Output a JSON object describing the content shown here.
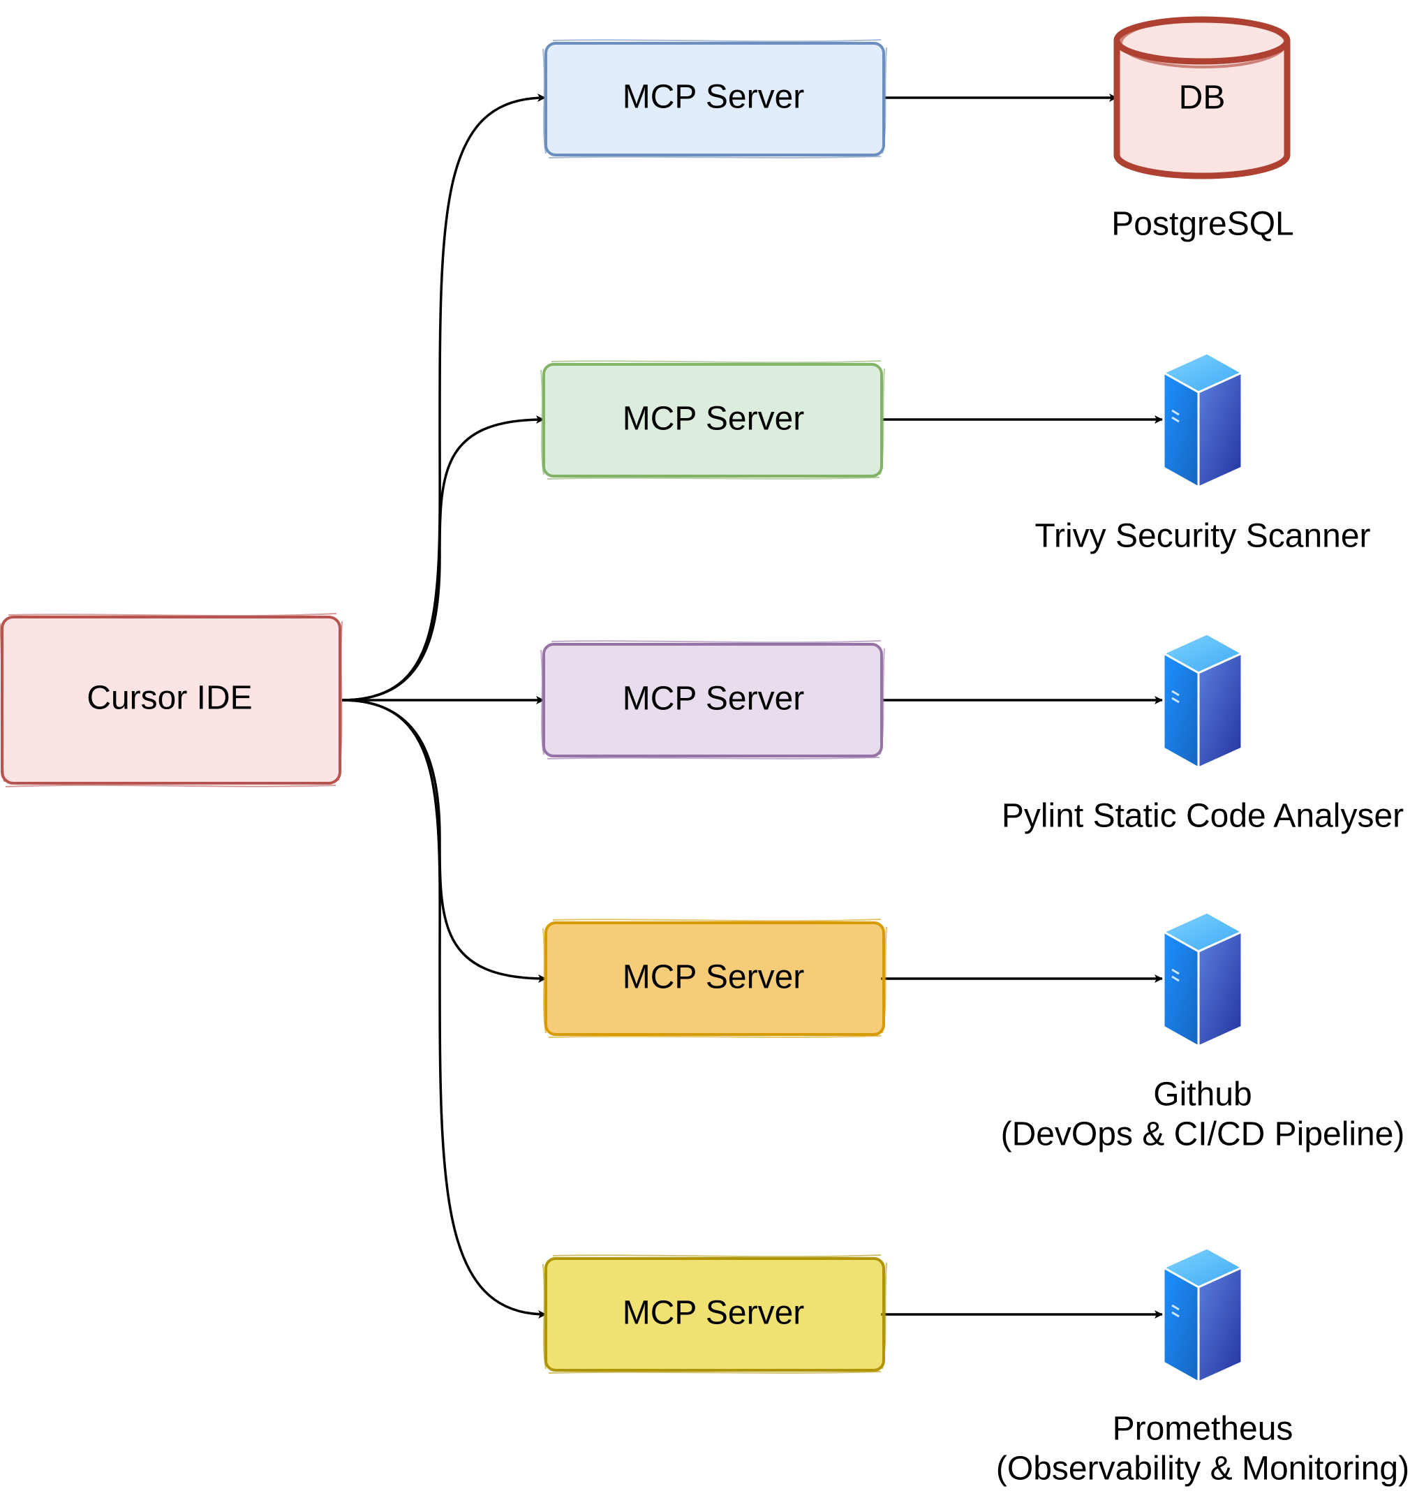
{
  "diagram": {
    "source": {
      "label": "Cursor IDE",
      "stroke": "#b85450",
      "fill": "#f8cecc"
    },
    "servers": [
      {
        "label": "MCP Server",
        "stroke": "#6c8ebf",
        "fill": "#dae8fc"
      },
      {
        "label": "MCP Server",
        "stroke": "#82b366",
        "fill": "#d5e8d4"
      },
      {
        "label": "MCP Server",
        "stroke": "#9673a6",
        "fill": "#e1d5e7"
      },
      {
        "label": "MCP Server",
        "stroke": "#d79b00",
        "fill": "#f0a30a"
      },
      {
        "label": "MCP Server",
        "stroke": "#b09500",
        "fill": "#e3c800"
      }
    ],
    "targets": [
      {
        "icon": "database-icon",
        "icon_label": "DB",
        "caption": [
          "PostgreSQL"
        ],
        "stroke": "#ae4132",
        "fill": "#fad9d5"
      },
      {
        "icon": "server-icon",
        "caption": [
          "Trivy Security Scanner"
        ]
      },
      {
        "icon": "server-icon",
        "caption": [
          "Pylint Static Code Analyser"
        ]
      },
      {
        "icon": "server-icon",
        "caption": [
          "Github",
          "(DevOps & CI/CD Pipeline)"
        ]
      },
      {
        "icon": "server-icon",
        "caption": [
          "Prometheus",
          "(Observability & Monitoring)"
        ]
      }
    ]
  }
}
